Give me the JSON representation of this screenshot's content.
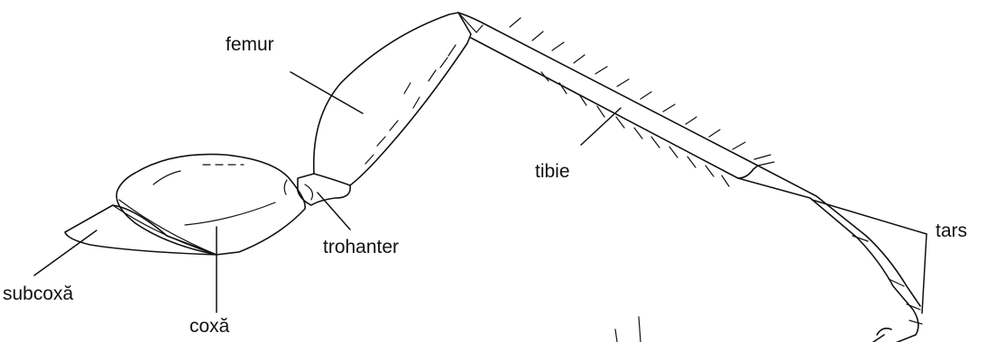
{
  "labels": {
    "femur": "femur",
    "tibie": "tibie",
    "trohanter": "trohanter",
    "subcoxa": "subcoxă",
    "coxa": "coxă",
    "tars": "tars"
  }
}
